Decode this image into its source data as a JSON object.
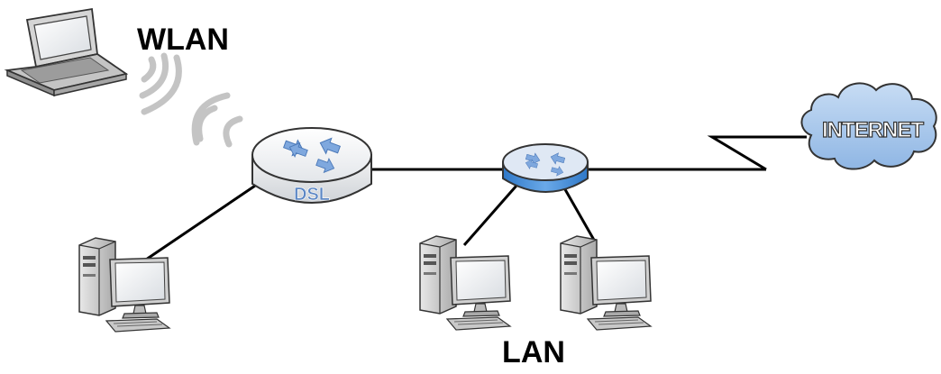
{
  "labels": {
    "wlan": "WLAN",
    "lan": "LAN",
    "dsl": "DSL",
    "internet": "INTERNET"
  },
  "colors": {
    "link": "#000000",
    "router_body": "#f2f2f2",
    "switch_top": "#dfe8f4",
    "switch_side": "#4a8fd6",
    "arrow": "#7fa8de",
    "cloud_fill": "#a9c8ec",
    "cloud_stroke": "#333333",
    "wifi": "#c8c8c8",
    "computer_gray": "#bfbfbf"
  },
  "icons": {
    "laptop": "laptop-icon",
    "wifi": "wifi-signal-icon",
    "router": "dsl-router-icon",
    "switch": "switch-icon",
    "cloud": "internet-cloud-icon",
    "computer": "desktop-computer-icon"
  }
}
